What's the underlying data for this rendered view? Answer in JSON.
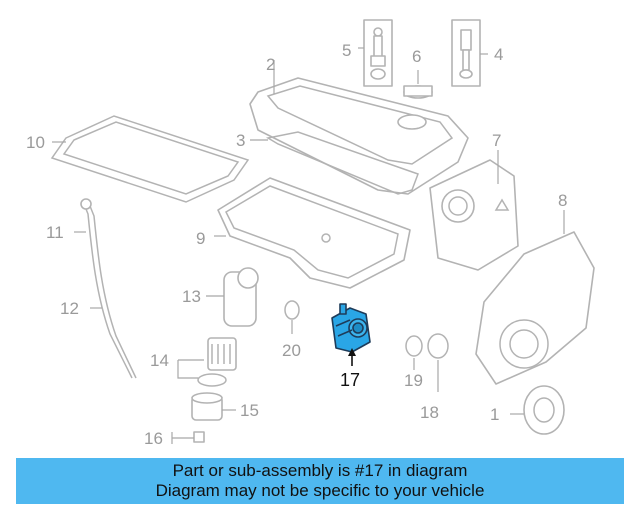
{
  "colors": {
    "banner": "#4fb8f0",
    "highlight": "#2aa6e6",
    "parts": "#b3b3b3"
  },
  "callouts": {
    "c1": "1",
    "c2": "2",
    "c3": "3",
    "c4": "4",
    "c5": "5",
    "c6": "6",
    "c7": "7",
    "c8": "8",
    "c9": "9",
    "c10": "10",
    "c11": "11",
    "c12": "12",
    "c13": "13",
    "c14": "14",
    "c15": "15",
    "c16": "16",
    "c17": "17",
    "c18": "18",
    "c19": "19",
    "c20": "20"
  },
  "highlighted_part": "17",
  "banner": {
    "line1": "Part or sub-assembly is #17 in diagram",
    "line2": "Diagram may not be specific to your vehicle"
  }
}
